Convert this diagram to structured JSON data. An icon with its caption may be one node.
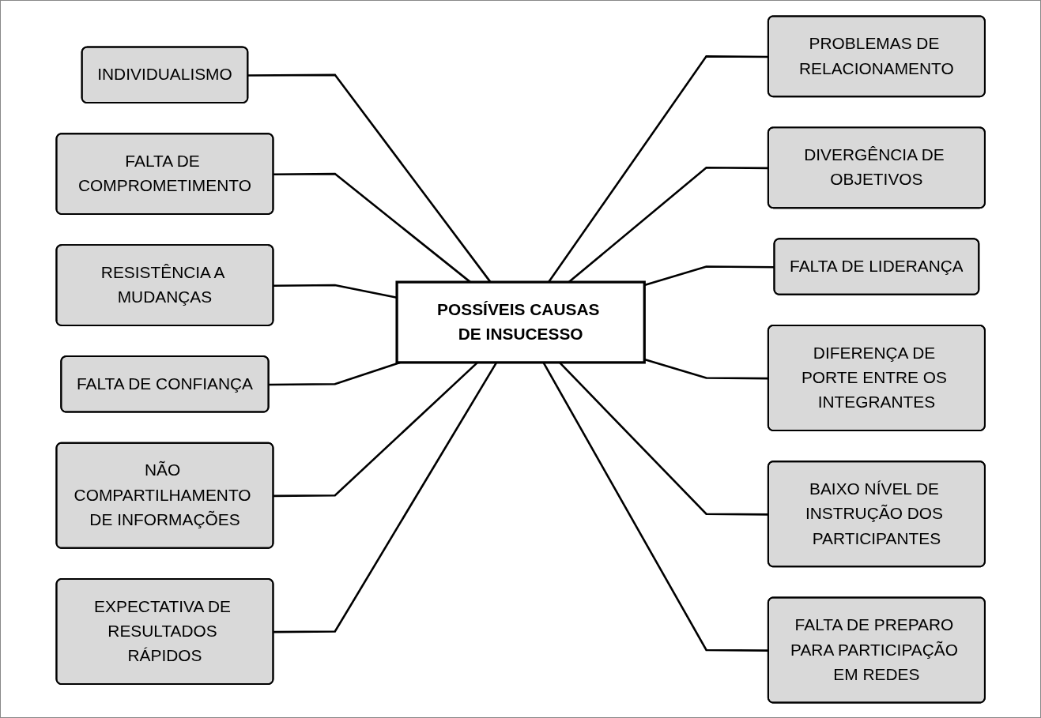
{
  "diagram": {
    "nodes": [
      {
        "text": [
          "INDIVIDUALISMO"
        ]
      },
      {
        "text": [
          "PROBLEMAS DE RELACIONAMENTO"
        ]
      },
      {
        "text": [
          "DIVERGÊNCIA DE OBJETIVOS"
        ]
      },
      {
        "text": [
          "FALTA DE COMPROMETIMENTO"
        ]
      },
      {
        "text": [
          "FALTA DE LIDERANÇA"
        ]
      },
      {
        "text": [
          "RESISTÊNCIA A MUDANÇAS"
        ]
      },
      {
        "text": [
          "POSSÍVEIS CAUSAS DE INSUCESSO"
        ]
      },
      {
        "text": [
          "DIFERENÇA DE PORTE ENTRE OS INTEGRANTES"
        ]
      },
      {
        "text": [
          "FALTA DE CONFIANÇA"
        ]
      },
      {
        "text": [
          "BAIXO NÍVEL DE INSTRUÇÃO DOS PARTICIPANTES"
        ]
      },
      {
        "text": [
          "NÃO COMPARTILHAMENTO DE INFORMAÇÕES"
        ]
      },
      {
        "text": [
          "EXPECTATIVA DE RESULTADOS RÁPIDOS"
        ]
      },
      {
        "text": [
          "FALTA DE PREPARO PARA PARTICIPAÇÃO EM REDES"
        ]
      }
    ],
    "edges": [
      {
        "from": 0,
        "to": 6,
        "arrow": "none"
      },
      {
        "from": 6,
        "to": 1,
        "arrow": "none"
      },
      {
        "from": 6,
        "to": 2,
        "arrow": "none"
      },
      {
        "from": 3,
        "to": 6,
        "arrow": "none"
      },
      {
        "from": 6,
        "to": 4,
        "arrow": "none"
      },
      {
        "from": 5,
        "to": 6,
        "arrow": "none"
      },
      {
        "from": 6,
        "to": 7,
        "arrow": "none"
      },
      {
        "from": 8,
        "to": 6,
        "arrow": "none"
      },
      {
        "from": 6,
        "to": 9,
        "arrow": "none"
      },
      {
        "from": 10,
        "to": 6,
        "arrow": "none"
      },
      {
        "from": 11,
        "to": 6,
        "arrow": "none"
      },
      {
        "from": 6,
        "to": 12,
        "arrow": "none"
      }
    ]
  }
}
